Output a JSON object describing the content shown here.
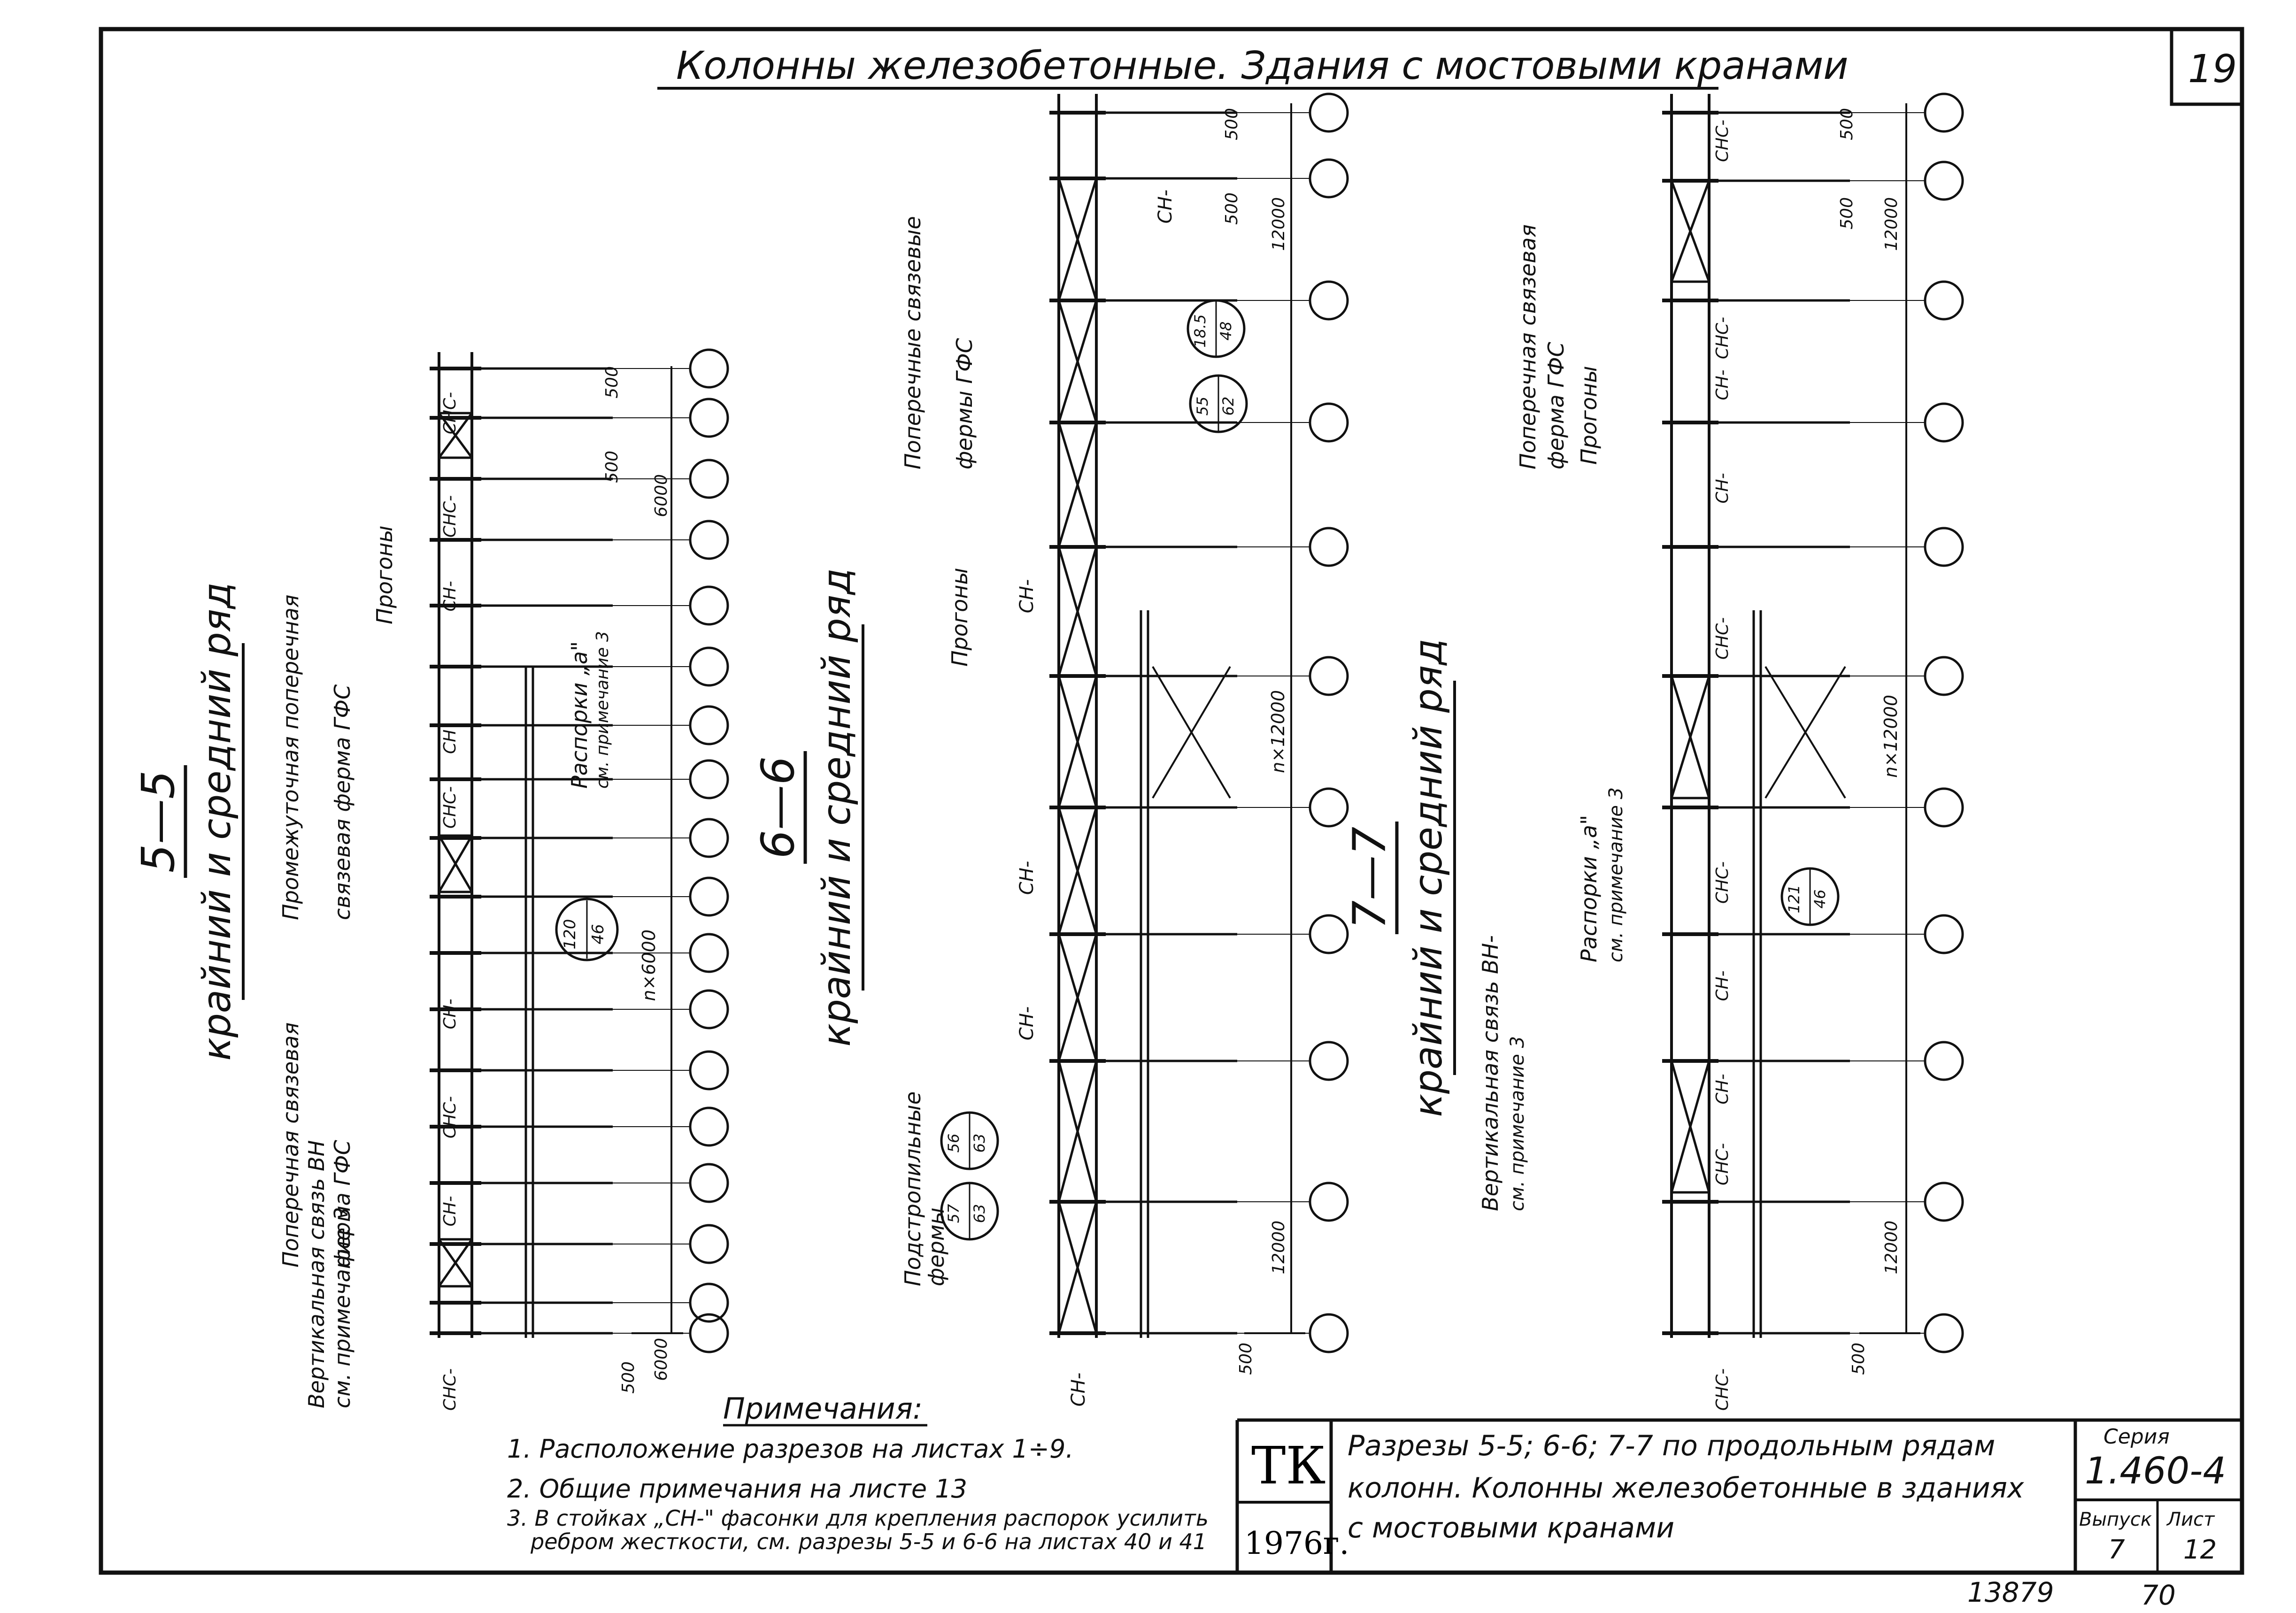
{
  "header": {
    "title": "Колонны железобетонные. Здания с мостовыми кранами",
    "sheet_number": "19"
  },
  "sections": [
    {
      "id": "5-5",
      "label": "5—5",
      "subtitle": "крайний и средний ряд",
      "callouts": {
        "vertical_brace": "Вертикальная связь ВН",
        "vertical_brace_note": "см. примечание 3",
        "transverse_truss": "Поперечная связевая",
        "transverse_truss_2": "ферма ГФС",
        "intermediate_truss": "Промежуточная поперечная",
        "intermediate_truss_2": "связевая ферма ГФС",
        "purlins": "Прогоны",
        "struts": "Распорки „а\"",
        "struts_note": "см. примечание 3"
      },
      "marks": [
        "СНС-",
        "СНС-",
        "СН-",
        "СНС-",
        "СН-",
        "СНС-",
        "СН",
        "СН-",
        "СНС-",
        "СНС-"
      ],
      "dimensions": {
        "d1": "500",
        "d2": "500",
        "d3": "6000",
        "d4": "n×6000",
        "d5": "6000",
        "d6": "500"
      },
      "node_ref": {
        "top": "120",
        "bottom": "46"
      }
    },
    {
      "id": "6-6",
      "label": "6—6",
      "subtitle": "крайний и средний ряд",
      "callouts": {
        "transverse_truss": "Поперечные связевые",
        "transverse_truss_2": "фермы ГФС",
        "purlins": "Прогоны",
        "sub_trusses": "Подстропильные",
        "sub_trusses_2": "фермы"
      },
      "marks": [
        "СН-",
        "СН-",
        "СН-",
        "СН-",
        "СН-"
      ],
      "dimensions": {
        "d1": "500",
        "d2": "500",
        "d3": "12000",
        "d4": "n×12000",
        "d5": "12000",
        "d6": "500"
      },
      "node_refs": [
        {
          "top": "18.5",
          "bottom": "48"
        },
        {
          "top": "55",
          "bottom": "62"
        },
        {
          "top": "56",
          "bottom": "63"
        },
        {
          "top": "57",
          "bottom": "63"
        }
      ]
    },
    {
      "id": "7-7",
      "label": "7—7",
      "subtitle": "крайний и средний ряд",
      "callouts": {
        "transverse_truss": "Поперечная связевая",
        "transverse_truss_2": "ферма ГФС",
        "purlins": "Прогоны",
        "struts": "Распорки „а\"",
        "struts_note": "см. примечание 3",
        "vertical_brace": "Вертикальная связь ВН-",
        "vertical_brace_note": "см. примечание 3"
      },
      "marks": [
        "СНС-",
        "СНС-",
        "СН-",
        "СН-",
        "СНС-",
        "СНС-",
        "СН-",
        "СН-",
        "СНС-",
        "СНС-"
      ],
      "dimensions": {
        "d1": "500",
        "d2": "500",
        "d3": "12000",
        "d4": "n×12000",
        "d5": "12000",
        "d6": "500"
      },
      "node_ref": {
        "top": "121",
        "bottom": "46"
      }
    }
  ],
  "notes": {
    "heading": "Примечания:",
    "n1": "1. Расположение разрезов на листах 1÷9.",
    "n2": "2. Общие примечания на листе 13",
    "n3a": "3. В стойках „СН-\" фасонки для крепления распорок усилить",
    "n3b": "ребром жесткости, см. разрезы 5-5 и 6-6 на листах 40 и 41"
  },
  "title_block": {
    "org": "ТК",
    "year": "1976г.",
    "description_1": "Разрезы 5-5; 6-6; 7-7 по продольным рядам",
    "description_2": "колонн. Колонны железобетонные в зданиях",
    "description_3": "с мостовыми кранами",
    "series_label": "Серия",
    "series_value": "1.460-4",
    "issue_label": "Выпуск",
    "issue_value": "7",
    "sheet_label": "Лист",
    "sheet_value": "12"
  },
  "footer": {
    "inventory_number": "13879",
    "page_mark": "70"
  }
}
